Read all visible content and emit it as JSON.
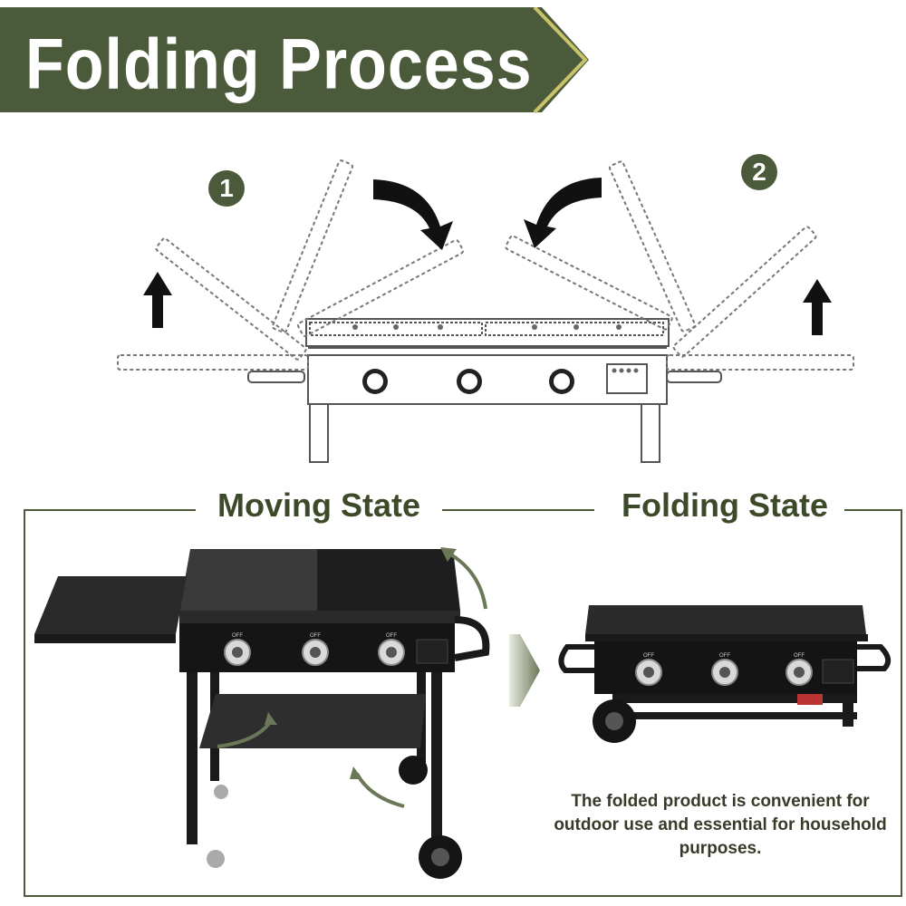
{
  "header": {
    "title": "Folding Process"
  },
  "steps": [
    {
      "label": "1"
    },
    {
      "label": "2"
    }
  ],
  "sections": {
    "moving_label": "Moving State",
    "folding_label": "Folding State"
  },
  "caption": {
    "text": "The folded product is convenient for outdoor use and essential for household purposes."
  },
  "knob_labels": {
    "off": "OFF"
  },
  "colors": {
    "banner": "#4b5a3a",
    "banner_accent": "#c8c26a",
    "label_text": "#3d4a2a",
    "arrow_green": "#5a6a48"
  }
}
